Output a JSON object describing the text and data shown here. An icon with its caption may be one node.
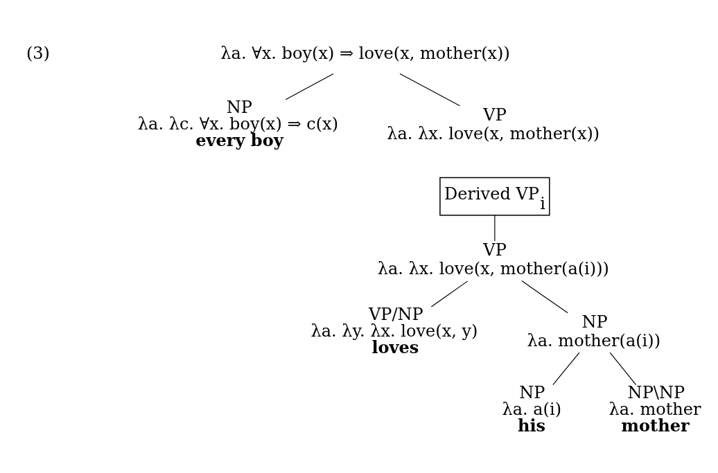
{
  "diagram": {
    "nodes": [
      {
        "text": [
          "λa. ∀x. boy(x) ⇒ love(x, mother(x))"
        ]
      },
      {
        "text": [
          "NP",
          "λa. λc. ∀x. boy(x) ⇒ c(x)",
          "every boy"
        ]
      },
      {
        "text": [
          "VP",
          "λa. λx. love(x, mother(x))"
        ]
      },
      {
        "text": [
          "Derived VP$_{i}$"
        ]
      },
      {
        "text": [
          "VP",
          "λa. λx. love(x, mother(a(i)))"
        ]
      },
      {
        "text": [
          "VP/NP",
          "λa. λy. λx. love(x, y)",
          "loves"
        ]
      },
      {
        "text": [
          "NP",
          "λa. mother(a(i))"
        ]
      },
      {
        "text": [
          "NP",
          "λa. a(i)",
          "his"
        ]
      },
      {
        "text": [
          "NP\\NP",
          "λa. mother",
          "mother"
        ]
      }
    ],
    "edges": [
      {
        "from": 0,
        "to": 1,
        "arrow": "none"
      },
      {
        "from": 0,
        "to": 2,
        "arrow": "none"
      },
      {
        "from": 3,
        "to": 4,
        "arrow": "none"
      },
      {
        "from": 4,
        "to": 5,
        "arrow": "none"
      },
      {
        "from": 4,
        "to": 6,
        "arrow": "none"
      },
      {
        "from": 6,
        "to": 7,
        "arrow": "none"
      },
      {
        "from": 6,
        "to": 8,
        "arrow": "none"
      }
    ],
    "labels": [
      "(3)"
    ]
  }
}
